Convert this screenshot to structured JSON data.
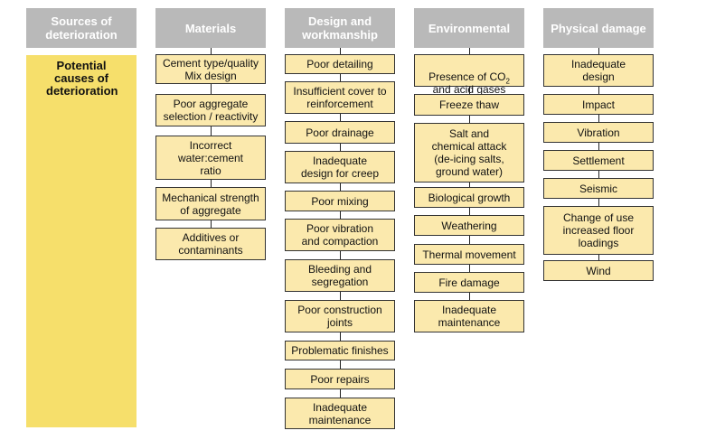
{
  "headers": [
    "Sources of deterioration",
    "Materials",
    "Design and workmanship",
    "Environmental",
    "Physical damage"
  ],
  "side_label": "Potential causes of deterioration",
  "materials": [
    "Cement type/quality\nMix design",
    "Poor aggregate\nselection / reactivity",
    "Incorrect\nwater:cement\nratio",
    "Mechanical strength\nof aggregate",
    "Additives or\ncontaminants"
  ],
  "design": [
    "Poor detailing",
    "Insufficient cover to\nreinforcement",
    "Poor drainage",
    "Inadequate\ndesign for creep",
    "Poor mixing",
    "Poor vibration\nand compaction",
    "Bleeding and\nsegregation",
    "Poor construction\njoints",
    "Problematic finishes",
    "Poor repairs",
    "Inadequate\nmaintenance"
  ],
  "env_first": {
    "a": "Presence of CO",
    "sub": "2",
    "b": "and acid gases"
  },
  "environmental": [
    "Freeze thaw",
    "Salt and\nchemical attack\n(de-icing salts,\nground water)",
    "Biological growth",
    "Weathering",
    "Thermal movement",
    "Fire damage",
    "Inadequate\nmaintenance"
  ],
  "physical": [
    "Inadequate\ndesign",
    "Impact",
    "Vibration",
    "Settlement",
    "Seismic",
    "Change of use\nincreased floor\nloadings",
    "Wind"
  ]
}
